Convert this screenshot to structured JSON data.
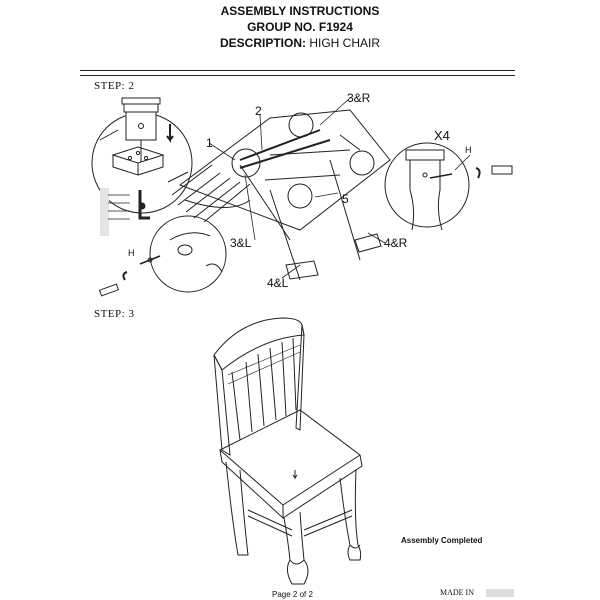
{
  "header": {
    "title": "ASSEMBLY INSTRUCTIONS",
    "group": "GROUP NO. F1924",
    "description_label": "DESCRIPTION:",
    "description_value": "HIGH CHAIR"
  },
  "step2": {
    "label": "STEP: 2",
    "callouts": {
      "part1": "1",
      "part2": "2",
      "part3R": "3&R",
      "part3L": "3&L",
      "part4R": "4&R",
      "part4L": "4&L",
      "part5": "5",
      "qty": "X4",
      "hw_h_left": "H",
      "hw_h_right": "H"
    }
  },
  "step3": {
    "label": "STEP: 3",
    "caption": "Assembly Completed"
  },
  "footer": {
    "page": "Page 2 of  2",
    "made_in": "MADE IN"
  }
}
